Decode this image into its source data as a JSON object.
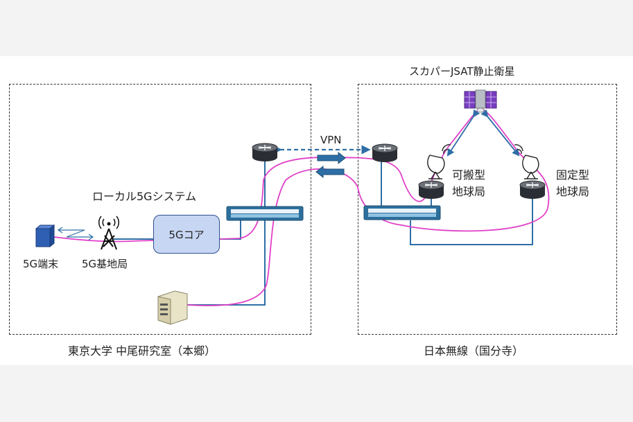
{
  "zones": {
    "left_caption": "東京大学 中尾研究室（本郷）",
    "right_caption": "日本無線（国分寺）"
  },
  "labels": {
    "local5g": "ローカル5Gシステム",
    "core": "5Gコア",
    "ue": "5G端末",
    "gnb": "5G基地局",
    "vpn": "VPN",
    "satellite": "スカパーJSAT静止衛星",
    "portable_station_line1": "可搬型",
    "portable_station_line2": "地球局",
    "fixed_station_line1": "固定型",
    "fixed_station_line2": "地球局"
  },
  "colors": {
    "link": "#2e6ea6",
    "path": "#e040c8",
    "vpn": "#2e6ea6",
    "satellite_panel": "#7a3fc0",
    "core_fill": "#c7d6f3"
  },
  "icons": [
    "router-icon",
    "switch-icon",
    "server-icon",
    "satellite-icon",
    "dish-antenna-icon",
    "cell-tower-icon",
    "ue-device-icon",
    "wireless-arrows-icon"
  ]
}
